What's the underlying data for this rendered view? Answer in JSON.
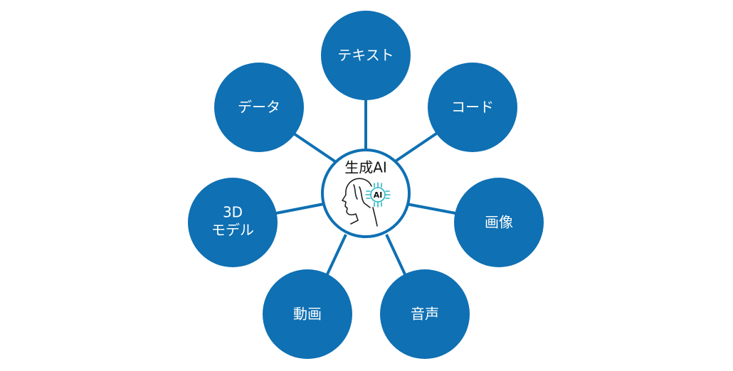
{
  "center": {
    "title": "生成AI",
    "icon": "ai-head-icon",
    "chip_label": "AI"
  },
  "nodes": [
    {
      "id": "text",
      "label": "テキスト"
    },
    {
      "id": "code",
      "label": "コード"
    },
    {
      "id": "image",
      "label": "画像"
    },
    {
      "id": "audio",
      "label": "音声"
    },
    {
      "id": "video",
      "label": "動画"
    },
    {
      "id": "model3d",
      "label_line1": "3D",
      "label_line2": "モデル"
    },
    {
      "id": "data",
      "label": "データ"
    }
  ],
  "colors": {
    "node_fill": "#0f70b3",
    "spoke": "#0f70b3",
    "chip_accent": "#2bb5c2"
  }
}
